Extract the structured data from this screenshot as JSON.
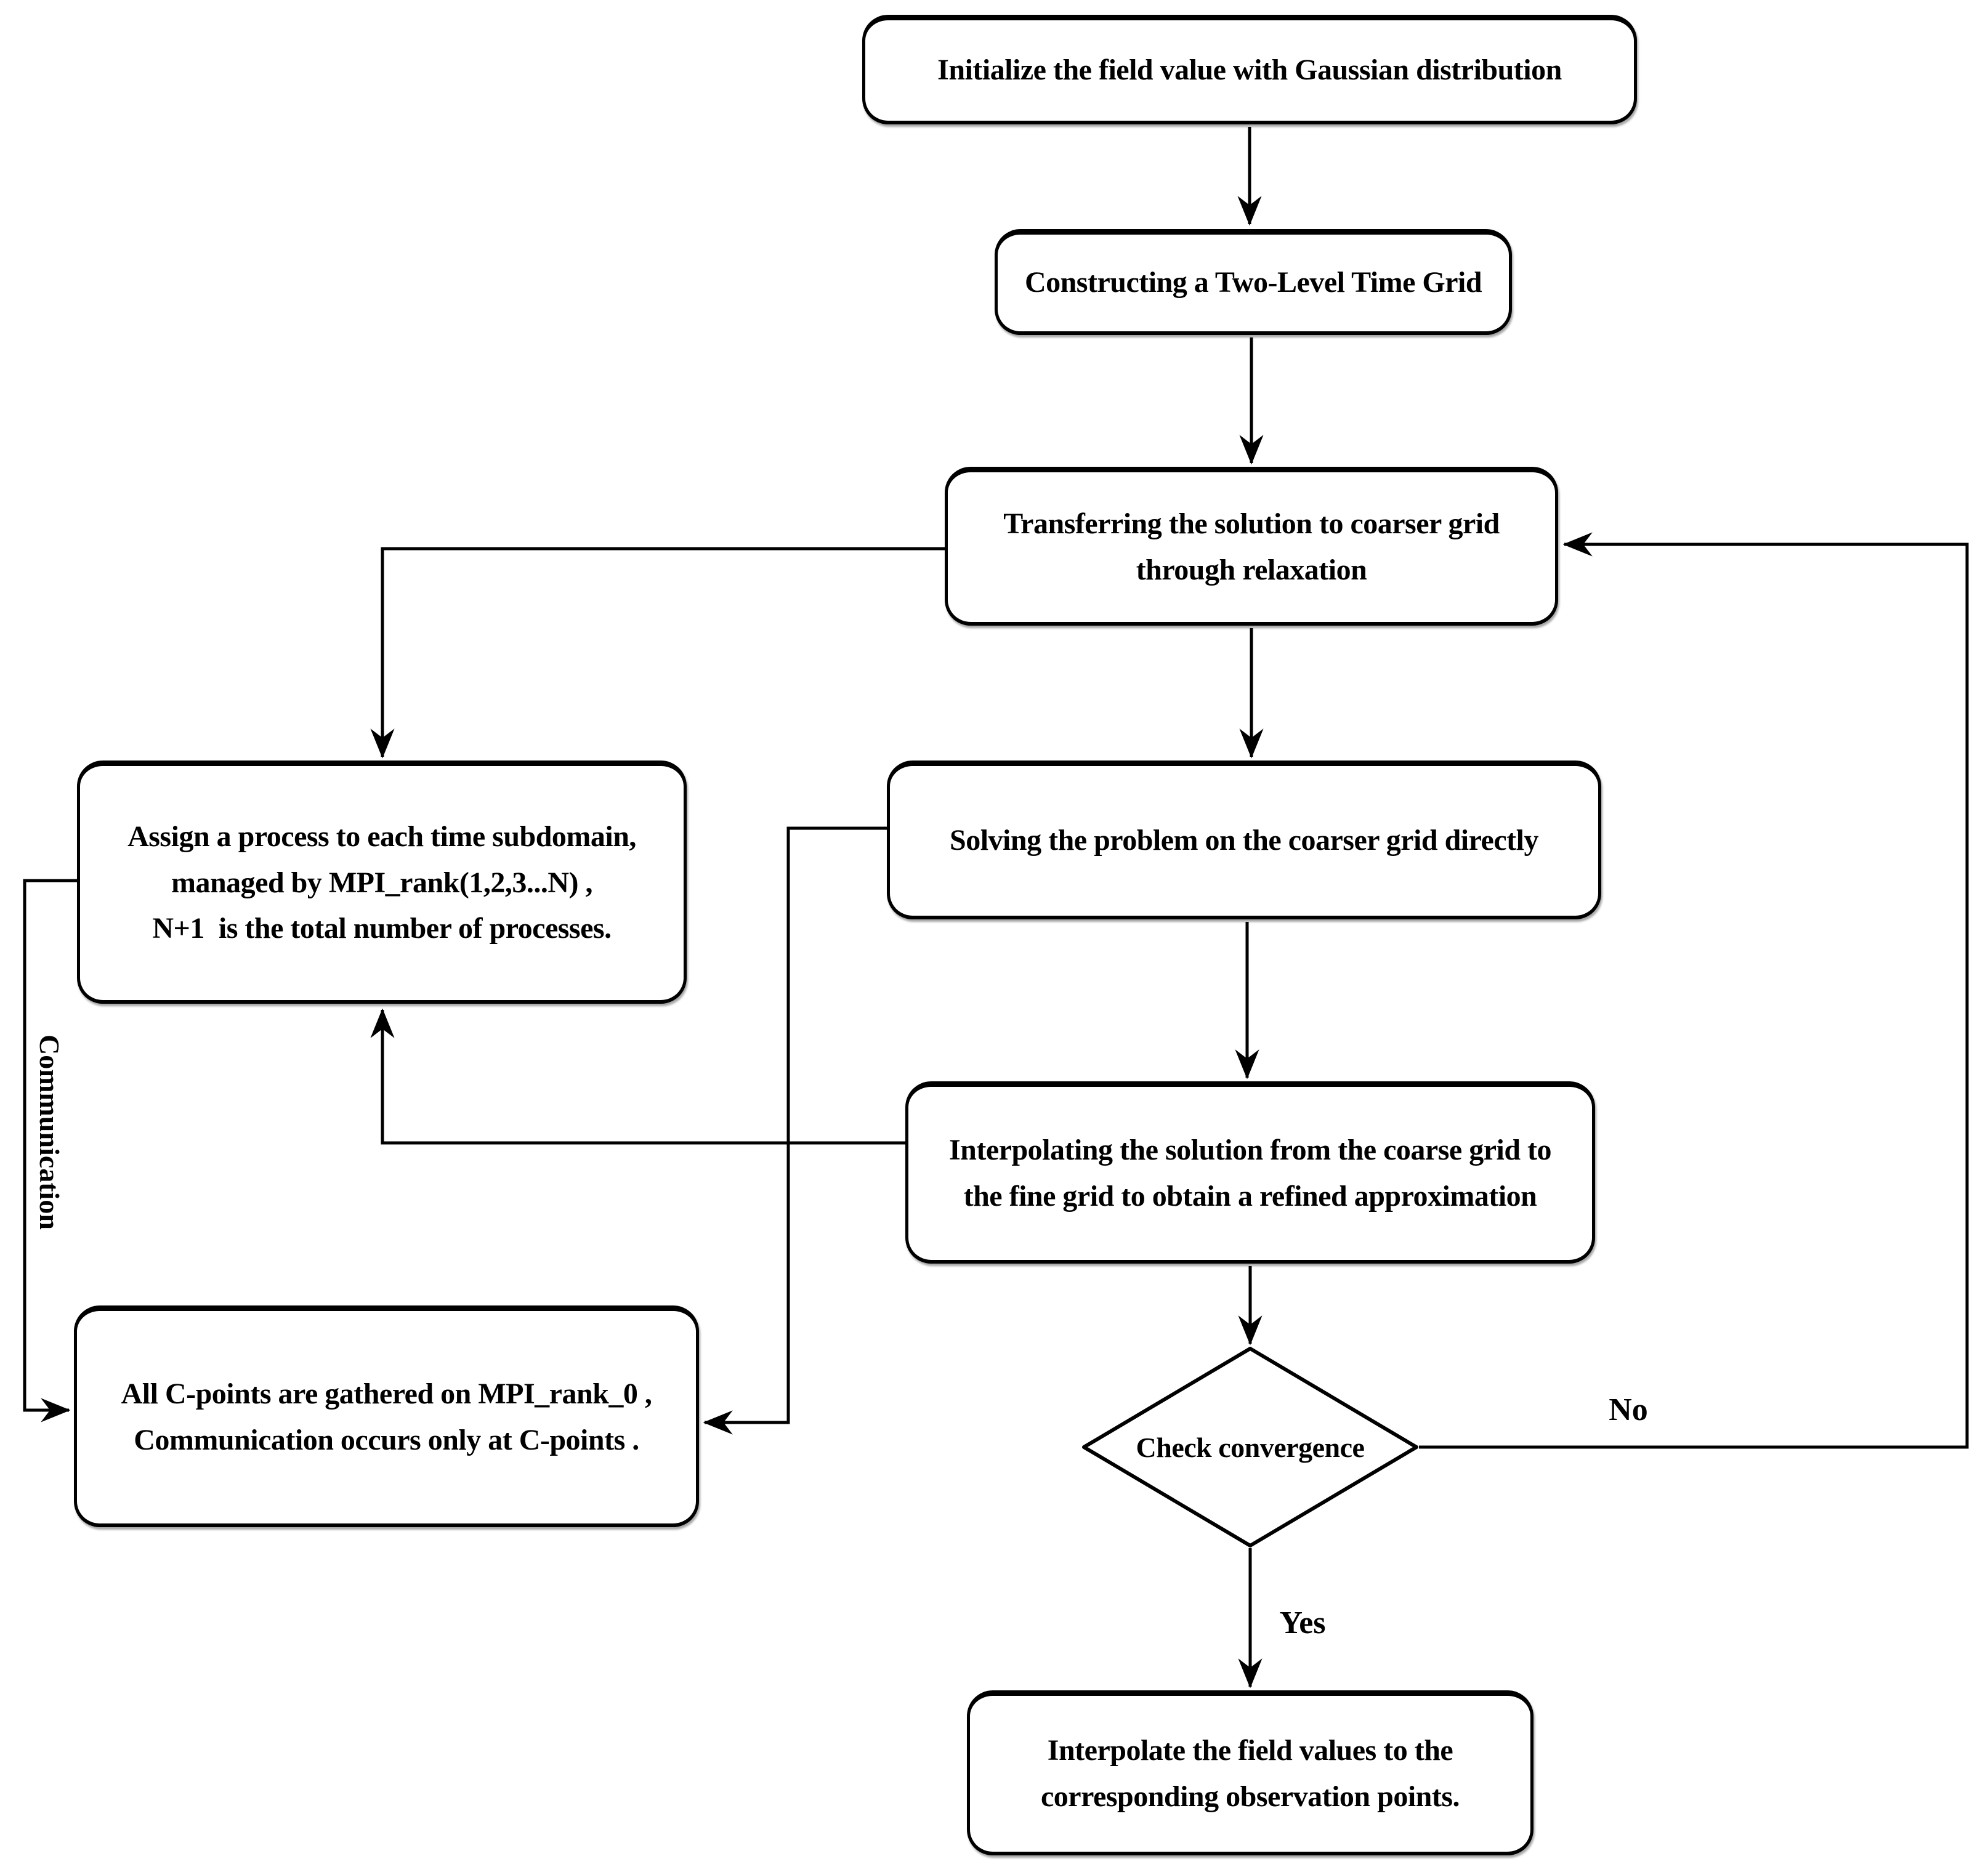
{
  "diagram": {
    "type": "flowchart",
    "background": "#ffffff",
    "stroke_color": "#000000",
    "node_fill": "#ffffff",
    "nodes": {
      "init": {
        "shape": "rounded-rect",
        "label": "Initialize the field value with Gaussian distribution"
      },
      "construct": {
        "shape": "rounded-rect",
        "label": "Constructing a Two-Level Time Grid"
      },
      "transfer": {
        "shape": "rounded-rect",
        "label": "Transferring the solution to coarser grid\nthrough relaxation"
      },
      "assign": {
        "shape": "rounded-rect",
        "label": "Assign a process to each time subdomain,\nmanaged by MPI_rank(1,2,3...N) ,\nN+1  is the total number of processes."
      },
      "solve": {
        "shape": "rounded-rect",
        "label": "Solving the problem on the coarser grid directly"
      },
      "interp": {
        "shape": "rounded-rect",
        "label": "Interpolating the solution from the coarse grid to\nthe fine grid to obtain a refined approximation"
      },
      "gather": {
        "shape": "rounded-rect",
        "label": "All C-points are gathered on MPI_rank_0 ,\nCommunication occurs only at C-points ."
      },
      "check": {
        "shape": "diamond",
        "label": "Check convergence"
      },
      "final": {
        "shape": "rounded-rect",
        "label": "Interpolate the field values to the\ncorresponding observation points."
      }
    },
    "edge_labels": {
      "no": "No",
      "yes": "Yes",
      "communication": "Communication"
    },
    "edges": [
      {
        "from": "init",
        "to": "construct",
        "label": ""
      },
      {
        "from": "construct",
        "to": "transfer",
        "label": ""
      },
      {
        "from": "transfer",
        "to": "solve",
        "label": ""
      },
      {
        "from": "transfer",
        "to": "assign",
        "label": ""
      },
      {
        "from": "solve",
        "to": "interp",
        "label": ""
      },
      {
        "from": "solve",
        "to": "gather",
        "label": ""
      },
      {
        "from": "interp",
        "to": "assign",
        "label": ""
      },
      {
        "from": "interp",
        "to": "check",
        "label": ""
      },
      {
        "from": "assign",
        "to": "gather",
        "label": "Communication"
      },
      {
        "from": "check",
        "to": "transfer",
        "label": "No"
      },
      {
        "from": "check",
        "to": "final",
        "label": "Yes"
      }
    ]
  }
}
